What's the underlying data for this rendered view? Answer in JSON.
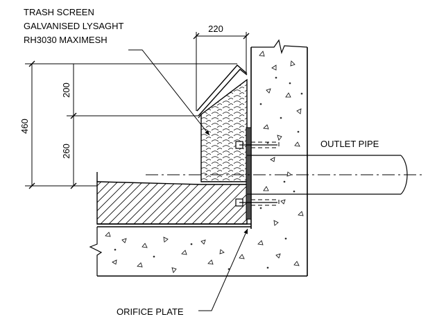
{
  "labels": {
    "trash_screen_line1": "TRASH SCREEN",
    "trash_screen_line2": "GALVANISED LYSAGHT",
    "trash_screen_line3": "RH3030 MAXIMESH",
    "outlet_pipe": "OUTLET PIPE",
    "orifice_plate": "ORIFICE PLATE"
  },
  "dimensions": {
    "screen_width": "220",
    "overall_height": "460",
    "upper_height": "200",
    "lower_height": "260"
  },
  "colors": {
    "line": "#000000",
    "background": "#ffffff",
    "plate": "#4d4d4d"
  }
}
